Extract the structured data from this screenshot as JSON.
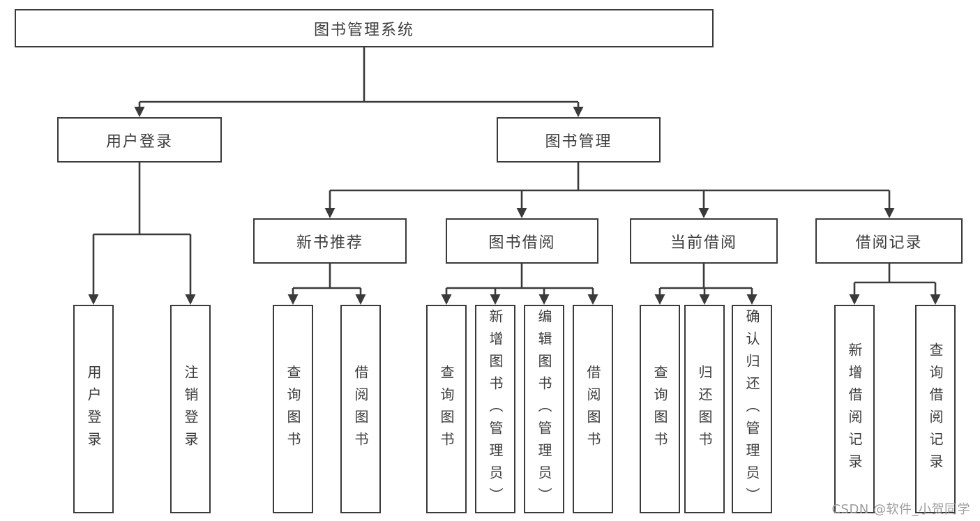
{
  "diagram": {
    "root": {
      "label": "图书管理系统"
    },
    "level2": [
      {
        "label": "用户登录",
        "children": [
          {
            "label": "用户登录"
          },
          {
            "label": "注销登录"
          }
        ]
      },
      {
        "label": "图书管理",
        "children": [
          {
            "label": "新书推荐",
            "children": [
              {
                "label": "查询图书"
              },
              {
                "label": "借阅图书"
              }
            ]
          },
          {
            "label": "图书借阅",
            "children": [
              {
                "label": "查询图书"
              },
              {
                "label": "新增图书（管理员）"
              },
              {
                "label": "编辑图书（管理员）"
              },
              {
                "label": "借阅图书"
              }
            ]
          },
          {
            "label": "当前借阅",
            "children": [
              {
                "label": "查询图书"
              },
              {
                "label": "归还图书"
              },
              {
                "label": "确认归还（管理员）"
              }
            ]
          },
          {
            "label": "借阅记录",
            "children": [
              {
                "label": "新增借阅记录"
              },
              {
                "label": "查询借阅记录"
              }
            ]
          }
        ]
      }
    ]
  },
  "colors": {
    "line": "#3a3a3a",
    "text": "#3d3d3d",
    "watermark_text": "#9c9c9c",
    "background": "#ffffff"
  },
  "watermark": "CSDN @软件_小贺同学"
}
